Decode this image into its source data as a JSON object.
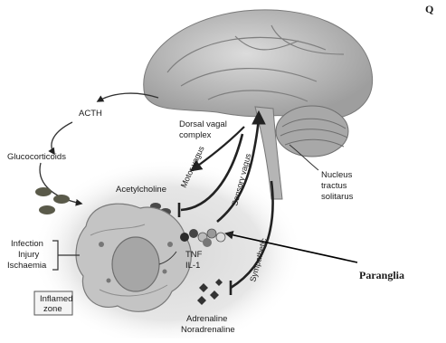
{
  "labels": {
    "header_fragment": "Q",
    "acth": "ACTH",
    "glucocorticoids": "Glucocorticoids",
    "dorsal_vagal_1": "Dorsal vagal",
    "dorsal_vagal_2": "complex",
    "nucleus_1": "Nucleus",
    "nucleus_2": "tractus",
    "nucleus_3": "solitarus",
    "acetylcholine": "Acetylcholine",
    "motor_vagus": "Motor vagus",
    "sensory_vagus": "Sensory vagus",
    "sympathetic": "Sympathetic",
    "tnf": "TNF",
    "il1": "IL-1",
    "infection": "Infection",
    "injury": "Injury",
    "ischaemia": "Ischaemia",
    "inflamed_1": "Inflamed",
    "inflamed_2": "zone",
    "adrenaline": "Adrenaline",
    "noradrenaline": "Noradrenaline",
    "paranglia": "Paranglia"
  },
  "colors": {
    "brain": "#c9c9c9",
    "brain_dark": "#8a8a8a",
    "shadow": "#e2e2e2",
    "cell": "#bdbdbd",
    "nucleus": "#9a9a9a",
    "line": "#222222"
  }
}
